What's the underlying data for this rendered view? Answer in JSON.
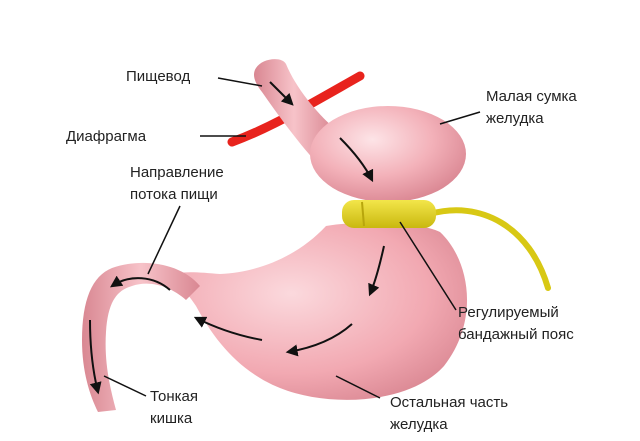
{
  "labels": {
    "esophagus": "Пищевод",
    "diaphragm": "Диафрагма",
    "food_direction": [
      "Направление",
      "потока пищи"
    ],
    "small_pouch": [
      "Малая сумка",
      "желудка"
    ],
    "adjustable_band": [
      "Регулируемый",
      "бандажный пояс"
    ],
    "small_intestine": [
      "Тонкая",
      "кишка"
    ],
    "rest_of_stomach": [
      "Остальная часть",
      "желудка"
    ]
  },
  "colors": {
    "tissue": "#f2aab2",
    "tissue_shadow": "#d9848f",
    "diaphragm": "#e8231d",
    "band": "#e2d21a",
    "text": "#222222"
  }
}
